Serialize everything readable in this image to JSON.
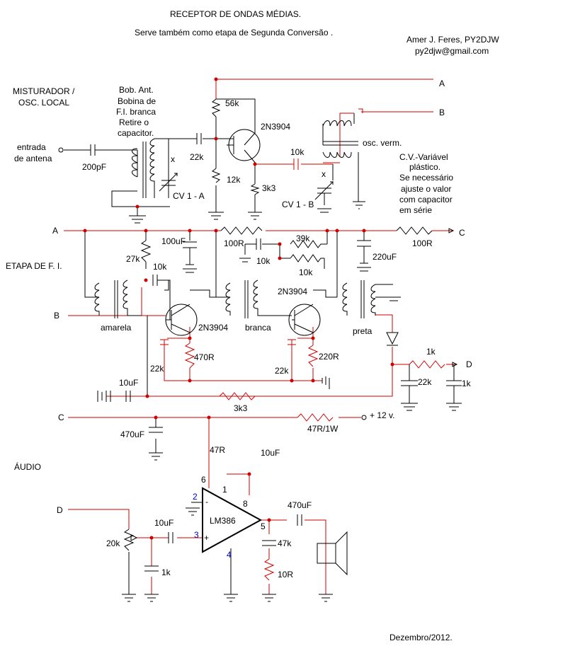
{
  "header": {
    "title": "RECEPTOR  DE  ONDAS MÉDIAS.",
    "subtitle": "Serve também como etapa de Segunda Conversão .",
    "author": "Amer J. Feres, PY2DJW",
    "email": "py2djw@gmail.com",
    "date": "Dezembro/2012."
  },
  "sections": {
    "mixer_1": "MISTURADOR /",
    "mixer_2": "OSC. LOCAL",
    "if_stage": "ETAPA DE  F. I.",
    "audio": "ÁUDIO"
  },
  "notes": {
    "antenna_1": "entrada",
    "antenna_2": "de antena",
    "coil_1": "Bob. Ant.",
    "coil_2": "Bobina de",
    "coil_3": "F.I. branca",
    "coil_4": "Retire o",
    "coil_5": "capacitor.",
    "osc": "osc. verm.",
    "cv_1": "C.V.-Variável",
    "cv_2": "plástico.",
    "cv_3": "Se necessário",
    "cv_4": "ajuste o valor",
    "cv_5": "com capacitor",
    "cv_6": "em série"
  },
  "nodes": {
    "a": "A",
    "b": "B",
    "c": "C",
    "d": "D",
    "x": "x",
    "supply": "+ 12 v."
  },
  "components": {
    "c_200pf": "200pF",
    "c_22k_top": "22k",
    "r_56k": "56k",
    "r_12k": "12k",
    "q_top": "2N3904",
    "c_10k_osc": "10k",
    "r_3k3_top": "3k3",
    "cv1a": "CV 1 - A",
    "cv1b": "CV 1 - B",
    "c_100uf": "100uF",
    "r_100r_a": "100R",
    "r_39k": "39k",
    "c_10k_mid": "10k",
    "r_10k_mid": "10k",
    "c_220uf": "220uF",
    "r_100r_c": "100R",
    "r_27k": "27k",
    "c_10k_if": "10k",
    "if1": "amarela",
    "q_if1": "2N3904",
    "if2": "branca",
    "q_if2": "2N3904",
    "if3": "preta",
    "c_22k_if1": "22k",
    "r_470r": "470R",
    "c_22k_if2": "22k",
    "r_220r": "220R",
    "r_1k_det": "1k",
    "c_22k_det": "22k",
    "c_1k_det": "1k",
    "c_10uf_agc": "10uF",
    "r_3k3_agc": "3k3",
    "c_470uf": "470uF",
    "r_47r1w": "47R/1W",
    "r_47r": "47R",
    "c_10uf_label": "10uF",
    "ic": "LM386",
    "pot_20k": "20k",
    "c_10uf_in": "10uF",
    "c_1k_in": "1k",
    "c_470uf_out": "470uF",
    "c_47k": "47k",
    "r_10r": "10R",
    "pin1": "1",
    "pin2": "2",
    "pin3": "3",
    "pin4": "4",
    "pin5": "5",
    "pin6": "6",
    "pin8": "8",
    "minus": "-",
    "plus": "+"
  },
  "colors": {
    "wire": "#000000",
    "red_wire": "#d00000",
    "pin": "#0000cc"
  }
}
